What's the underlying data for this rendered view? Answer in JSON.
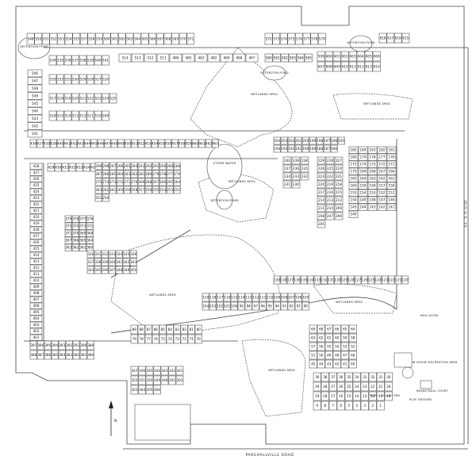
{
  "labels": {
    "detention_pond_nw": "DETENTION POND",
    "detention_pond_ne": "DETENTION POND",
    "detention_pond_mid": "DETENTION POND",
    "detention_pond_center": "DETENTION POND",
    "wetlands_1": "WETLANDS AREA",
    "wetlands_2": "WETLANDS AREA",
    "wetlands_3": "WETLANDS AREA",
    "wetlands_4": "WETLANDS AREA",
    "wetlands_5": "WETLANDS AREA",
    "wetlands_6": "WETLANDS AREA",
    "storm_water": "STORM WATER",
    "old_us_23": "OLD U.S. 23",
    "parshallville_road": "PARSHALLVILLE ROAD",
    "mail_kiosk": "MAIL KIOSK",
    "clubhouse": "CLUB HOUSE RECREATION AREA",
    "basketball_court": "BASKETBALL COURT",
    "park_splash": "PARK / SPLASH PAD",
    "play_ground": "PLAY GROUND",
    "north_arrow": "N"
  },
  "lots": {
    "top_row": [
      "548",
      "550",
      "551",
      "552",
      "553",
      "554",
      "555",
      "557",
      "558",
      "559",
      "560",
      "561",
      "562",
      "563",
      "564",
      "565",
      "566",
      "567",
      "568",
      "569",
      "570",
      "571"
    ],
    "top_row_right": [
      "572",
      "573",
      "574",
      "575",
      "576",
      "577",
      "578",
      "579"
    ],
    "top_right_cluster": [
      "618",
      "617",
      "616",
      "615"
    ],
    "nw_col": [
      "546",
      "547",
      "548",
      "549",
      "545",
      "544",
      "543",
      "542",
      "541"
    ],
    "nw_block_a": [
      "534",
      "535",
      "536",
      "537",
      "538",
      "539",
      "540",
      "541"
    ],
    "nw_block_b": [
      "533",
      "532",
      "531",
      "530",
      "529",
      "528",
      "527",
      "526"
    ],
    "nw_block_c": [
      "517",
      "518",
      "519",
      "520",
      "521",
      "522",
      "523",
      "524",
      "525"
    ],
    "nw_block_d": [
      "516",
      "515",
      "514",
      "513",
      "512",
      "511",
      "510",
      "509"
    ],
    "north_inner": [
      "514",
      "513",
      "512",
      "511",
      "486",
      "485",
      "483",
      "482",
      "469",
      "468",
      "467"
    ],
    "east_upper": [
      "580",
      "581",
      "582",
      "583",
      "584",
      "585"
    ],
    "east_far": [
      "599",
      "600",
      "601",
      "602",
      "603",
      "604",
      "605",
      "606",
      "607",
      "608",
      "609",
      "610",
      "611",
      "612",
      "613",
      "614"
    ],
    "north_mid_row": [
      "436",
      "437",
      "438",
      "439",
      "440",
      "441",
      "442",
      "443",
      "444",
      "445",
      "446",
      "447",
      "448",
      "449",
      "450",
      "451",
      "452",
      "453",
      "454",
      "455",
      "456",
      "457",
      "458",
      "459",
      "460",
      "461",
      "462",
      "463"
    ],
    "right_strip": [
      "204",
      "203",
      "202",
      "201",
      "200",
      "199",
      "198",
      "197",
      "196",
      "195",
      "194",
      "193",
      "192",
      "191",
      "190",
      "189",
      "188",
      "187",
      "186"
    ],
    "west_col": [
      "428",
      "427",
      "426",
      "425",
      "424",
      "423",
      "422",
      "421",
      "420",
      "419",
      "418",
      "417",
      "416",
      "415",
      "414",
      "413",
      "412",
      "411",
      "410",
      "409",
      "408",
      "407",
      "406",
      "405",
      "404",
      "403",
      "402",
      "401",
      "400"
    ],
    "west_inner": [
      "429",
      "430",
      "431",
      "432",
      "433",
      "434",
      "435"
    ],
    "center_curve": [
      "299",
      "298",
      "297",
      "296",
      "295",
      "294",
      "293",
      "292",
      "291",
      "290",
      "289",
      "288",
      "287",
      "286",
      "285",
      "284",
      "283",
      "282",
      "281",
      "280",
      "279",
      "278",
      "277",
      "276",
      "275",
      "274",
      "273",
      "272",
      "271",
      "270",
      "269",
      "268",
      "267",
      "266",
      "265",
      "264",
      "263",
      "262",
      "261",
      "260",
      "259",
      "258",
      "257",
      "256",
      "255",
      "254",
      "253",
      "252",
      "251",
      "250"
    ],
    "center_west": [
      "379",
      "378",
      "377",
      "376",
      "375",
      "374",
      "373",
      "372",
      "371",
      "370",
      "369",
      "368",
      "367",
      "366",
      "365",
      "364",
      "363",
      "362",
      "361",
      "360"
    ],
    "center_south": [
      "330",
      "331",
      "332",
      "333",
      "334",
      "335",
      "336",
      "337",
      "338",
      "339",
      "340",
      "341",
      "342",
      "343",
      "344",
      "345",
      "346",
      "347",
      "348",
      "349",
      "350"
    ],
    "center_east_a": [
      "240",
      "239",
      "238",
      "237",
      "236",
      "235",
      "234",
      "233",
      "232",
      "231",
      "230"
    ],
    "center_east_b": [
      "229",
      "228",
      "227",
      "226",
      "225",
      "224",
      "223",
      "222",
      "221",
      "220",
      "219",
      "218",
      "217",
      "216",
      "215",
      "214",
      "213",
      "212",
      "211",
      "210",
      "209",
      "208",
      "207",
      "206",
      "205"
    ],
    "east_col": [
      "185",
      "184",
      "183",
      "182",
      "181",
      "180",
      "179",
      "178",
      "177",
      "176",
      "175",
      "174",
      "173",
      "172",
      "171",
      "170",
      "169",
      "168",
      "167",
      "166",
      "165",
      "164",
      "163",
      "162",
      "161",
      "160",
      "159",
      "158",
      "157",
      "156",
      "155",
      "154",
      "153",
      "152",
      "151",
      "150",
      "149",
      "148",
      "147",
      "146",
      "145",
      "144",
      "143",
      "142",
      "141",
      "140"
    ],
    "south_mid_row": [
      "139",
      "138",
      "137",
      "136",
      "135",
      "134",
      "133",
      "132",
      "131",
      "130",
      "129",
      "128",
      "127",
      "126",
      "125",
      "124",
      "123",
      "122",
      "121",
      "120"
    ],
    "south_curve": [
      "119",
      "118",
      "117",
      "116",
      "115",
      "114",
      "113",
      "112",
      "111",
      "110",
      "109",
      "108",
      "107",
      "106",
      "105",
      "104",
      "103",
      "102",
      "101",
      "100",
      "99",
      "98",
      "97",
      "96",
      "95",
      "94",
      "93",
      "92",
      "91",
      "90"
    ],
    "south_west": [
      "89",
      "88",
      "87",
      "86",
      "85",
      "84",
      "83",
      "82",
      "81",
      "80",
      "79",
      "78",
      "77",
      "76",
      "75",
      "74",
      "73",
      "72",
      "71",
      "70"
    ],
    "sw_rows": [
      "397",
      "396",
      "395",
      "394",
      "393",
      "392",
      "391",
      "390",
      "389",
      "388",
      "387",
      "386",
      "385",
      "384",
      "383",
      "382",
      "381",
      "380"
    ],
    "se_block": [
      "69",
      "68",
      "67",
      "66",
      "65",
      "64",
      "63",
      "62",
      "61",
      "60",
      "59",
      "58",
      "57",
      "56",
      "55",
      "54",
      "53",
      "52",
      "51",
      "50",
      "49",
      "48",
      "47",
      "46",
      "45",
      "44",
      "43",
      "42",
      "41",
      "40"
    ],
    "se_lower": [
      "39",
      "38",
      "37",
      "36",
      "35",
      "34",
      "33",
      "32",
      "31",
      "30",
      "29",
      "28",
      "27",
      "26",
      "25",
      "24",
      "23",
      "22",
      "21",
      "20",
      "19",
      "18",
      "17",
      "16",
      "15",
      "14",
      "13",
      "12",
      "11",
      "10",
      "9",
      "8",
      "7",
      "6",
      "5",
      "4",
      "3",
      "2",
      "1"
    ],
    "south_center_block": [
      "347",
      "346",
      "345",
      "344",
      "343",
      "342",
      "341",
      "352",
      "351",
      "350",
      "349",
      "348",
      "301",
      "302",
      "303",
      "304",
      "305",
      "306"
    ]
  }
}
